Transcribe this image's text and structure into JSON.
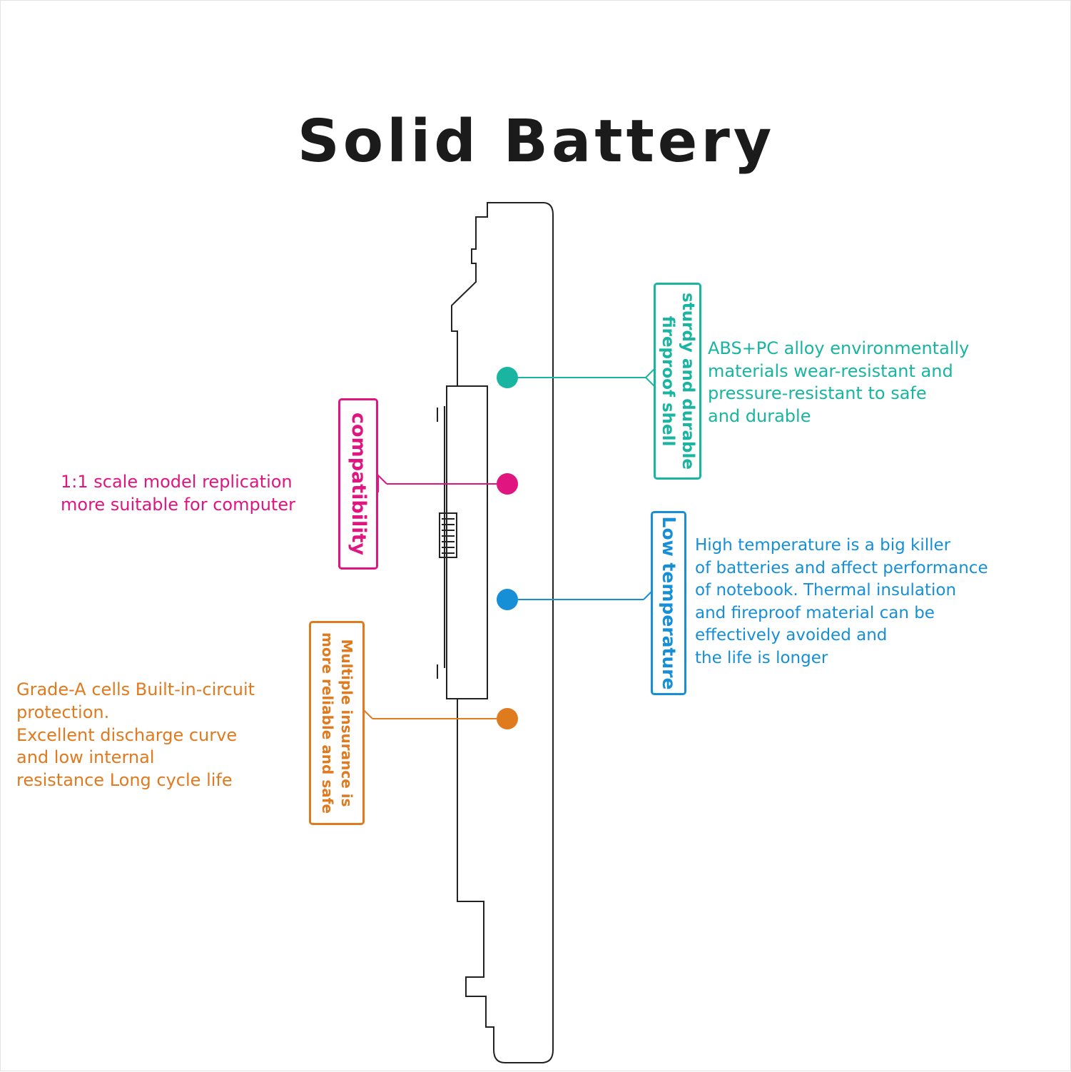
{
  "title": "Solid Battery",
  "colors": {
    "teal": "#19b5a0",
    "magenta": "#e0157f",
    "blue": "#168fd6",
    "orange": "#e07a1f",
    "outline": "#222222"
  },
  "callouts": [
    {
      "id": "shell",
      "color": "teal",
      "label": [
        "sturdy and durable",
        "fireproof shell"
      ],
      "description": [
        "ABS+PC alloy environmentally",
        "materials wear-resistant and",
        "pressure-resistant to safe",
        "and durable"
      ]
    },
    {
      "id": "compat",
      "color": "magenta",
      "label": [
        "compatibility"
      ],
      "description": [
        "1:1 scale model replication",
        "more suitable for computer"
      ]
    },
    {
      "id": "temp",
      "color": "blue",
      "label": [
        "Low temperature"
      ],
      "description": [
        "High temperature is a big killer",
        "of batteries and affect performance",
        "of notebook. Thermal insulation",
        "and fireproof material can be",
        "effectively avoided and",
        "the life is longer"
      ]
    },
    {
      "id": "cells",
      "color": "orange",
      "label": [
        "Multiple insurance is",
        "more reliable and safe"
      ],
      "description": [
        "Grade-A cells Built-in-circuit",
        "protection.",
        "Excellent discharge curve",
        "and low internal",
        "resistance Long cycle life"
      ]
    }
  ]
}
